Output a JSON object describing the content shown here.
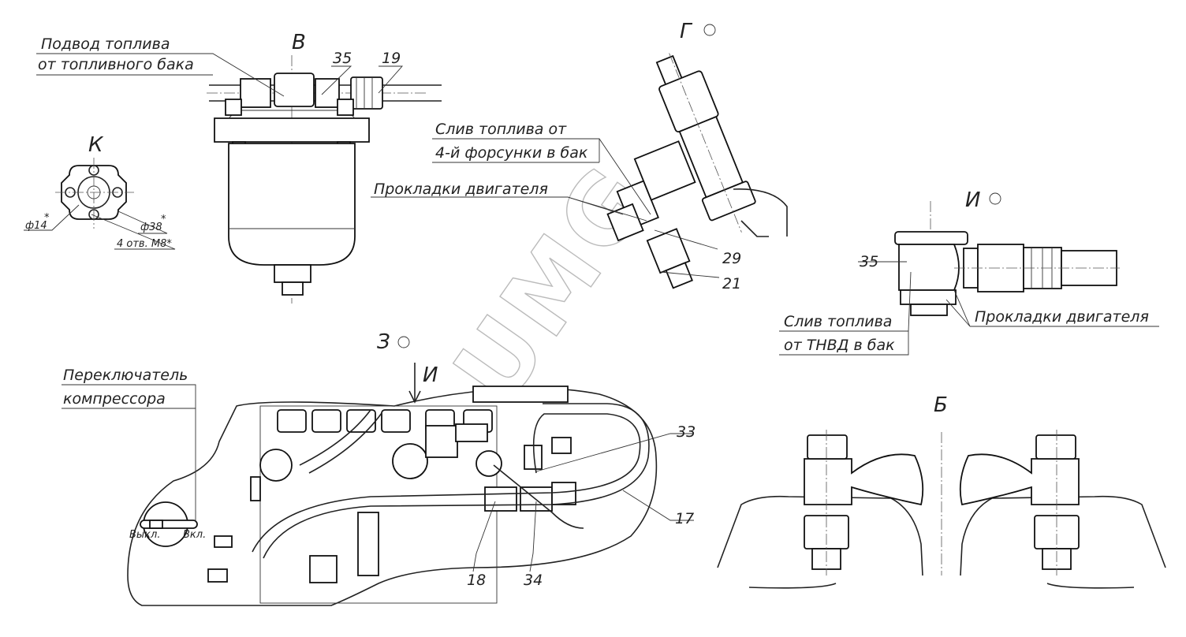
{
  "title": "Fuel system installation drawing",
  "watermark": "UMG",
  "views": {
    "v_filter": "В",
    "k_flange": "К",
    "g_view": "Г",
    "i_view": "И",
    "z_view": "З",
    "b_view": "Б",
    "i_arrow": "И"
  },
  "labels": {
    "fuel_supply_line1": "Подвод топлива",
    "fuel_supply_line2": "от топливного бака",
    "drain_injector_line1": "Слив топлива от",
    "drain_injector_line2": "4-й форсунки в бак",
    "engine_gaskets_1": "Прокладки двигателя",
    "engine_gaskets_2": "Прокладки двигателя",
    "drain_tnvd_line1": "Слив топлива",
    "drain_tnvd_line2": "от ТНВД в бак",
    "compressor_switch_line1": "Переключатель",
    "compressor_switch_line2": "компрессора",
    "switch_off": "Выкл.",
    "switch_on": "Вкл."
  },
  "dimensions": {
    "d14": "ф14",
    "d14_star": "*",
    "d38": "ф38",
    "d38_star": "*",
    "holes": "4 отв. М8*"
  },
  "callouts": {
    "c35_top": "35",
    "c19": "19",
    "c29": "29",
    "c21": "21",
    "c35_right": "35",
    "c33": "33",
    "c17": "17",
    "c18": "18",
    "c34": "34"
  }
}
